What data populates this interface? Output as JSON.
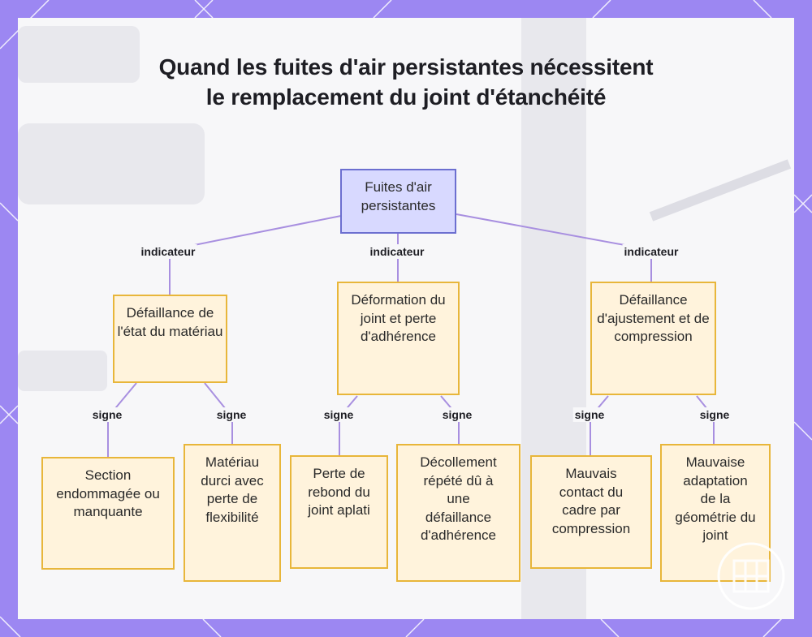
{
  "title": "Quand les fuites d'air persistantes nécessitent le remplacement du joint d'étanchéité",
  "root": {
    "label": "Fuites d'air persistantes"
  },
  "edge_labels": {
    "indicator": "indicateur",
    "sign": "signe"
  },
  "categories": [
    {
      "label": "Défaillance de l'état du matériau",
      "signs": [
        "Section endommagée ou manquante",
        "Matériau durci avec perte de flexibilité"
      ]
    },
    {
      "label": "Déformation du joint et perte d'adhérence",
      "signs": [
        "Perte de rebond du joint aplati",
        "Décollement répété dû à une défaillance d'adhérence"
      ]
    },
    {
      "label": "Défaillance d'ajustement et de compression",
      "signs": [
        "Mauvais contact du cadre par compression",
        "Mauvaise adaptation de la géométrie du joint"
      ]
    }
  ],
  "colors": {
    "frame": "#9c87f2",
    "root_fill": "#d8d9ff",
    "root_border": "#6c6fd0",
    "node_fill": "#fff3dc",
    "node_border": "#e8b63a",
    "edge": "#a88fe0"
  }
}
